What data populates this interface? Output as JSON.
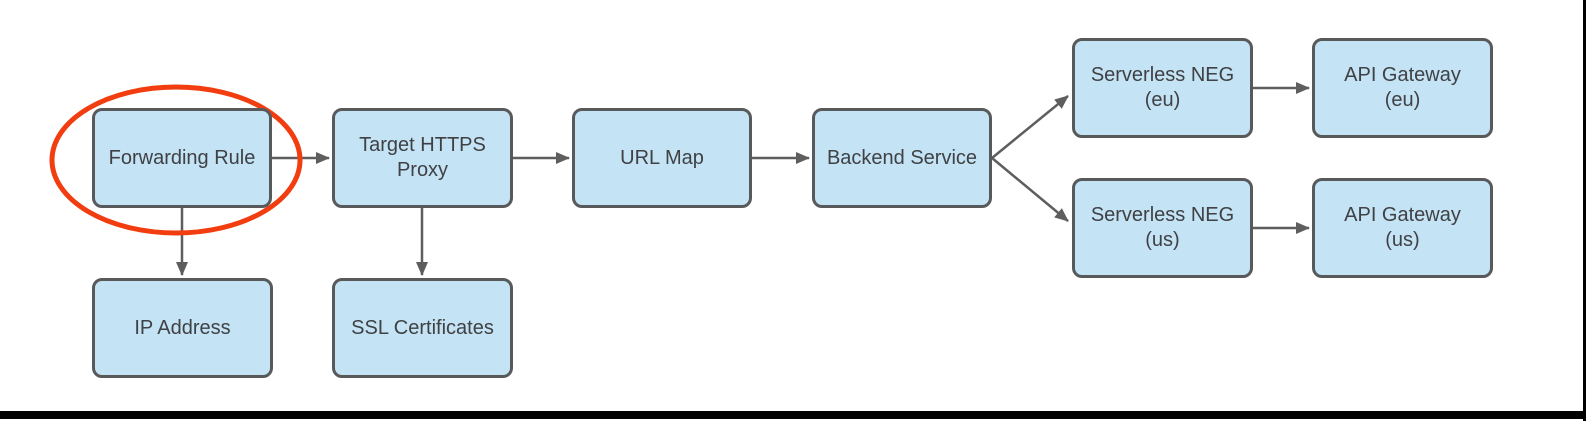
{
  "diagram": {
    "type": "flowchart",
    "nodes": {
      "forwarding_rule": {
        "label": "Forwarding Rule",
        "lines": [
          "Forwarding Rule"
        ]
      },
      "target_https_proxy": {
        "label": "Target HTTPS Proxy",
        "lines": [
          "Target HTTPS",
          "Proxy"
        ]
      },
      "url_map": {
        "label": "URL Map",
        "lines": [
          "URL Map"
        ]
      },
      "backend_service": {
        "label": "Backend Service",
        "lines": [
          "Backend Service"
        ]
      },
      "serverless_neg_eu": {
        "label": "Serverless NEG (eu)",
        "lines": [
          "Serverless NEG",
          "(eu)"
        ]
      },
      "api_gateway_eu": {
        "label": "API Gateway (eu)",
        "lines": [
          "API Gateway",
          "(eu)"
        ]
      },
      "serverless_neg_us": {
        "label": "Serverless NEG (us)",
        "lines": [
          "Serverless NEG",
          "(us)"
        ]
      },
      "api_gateway_us": {
        "label": "API Gateway (us)",
        "lines": [
          "API Gateway",
          "(us)"
        ]
      },
      "ip_address": {
        "label": "IP Address",
        "lines": [
          "IP Address"
        ]
      },
      "ssl_certificates": {
        "label": "SSL Certificates",
        "lines": [
          "SSL Certificates"
        ]
      }
    },
    "edges": [
      {
        "from": "forwarding_rule",
        "to": "target_https_proxy"
      },
      {
        "from": "target_https_proxy",
        "to": "url_map"
      },
      {
        "from": "url_map",
        "to": "backend_service"
      },
      {
        "from": "backend_service",
        "to": "serverless_neg_eu"
      },
      {
        "from": "backend_service",
        "to": "serverless_neg_us"
      },
      {
        "from": "serverless_neg_eu",
        "to": "api_gateway_eu"
      },
      {
        "from": "serverless_neg_us",
        "to": "api_gateway_us"
      },
      {
        "from": "forwarding_rule",
        "to": "ip_address"
      },
      {
        "from": "target_https_proxy",
        "to": "ssl_certificates"
      }
    ],
    "annotations": {
      "highlight_ellipse": {
        "target": "forwarding_rule",
        "shape": "ellipse",
        "color": "#F23D10"
      }
    },
    "colors": {
      "node_fill": "#C4E3F5",
      "node_border": "#58595B",
      "node_text": "#3F4144",
      "connector": "#5E5E5E",
      "highlight": "#F23D10",
      "frame": "#000000",
      "background": "#FFFFFF"
    }
  }
}
